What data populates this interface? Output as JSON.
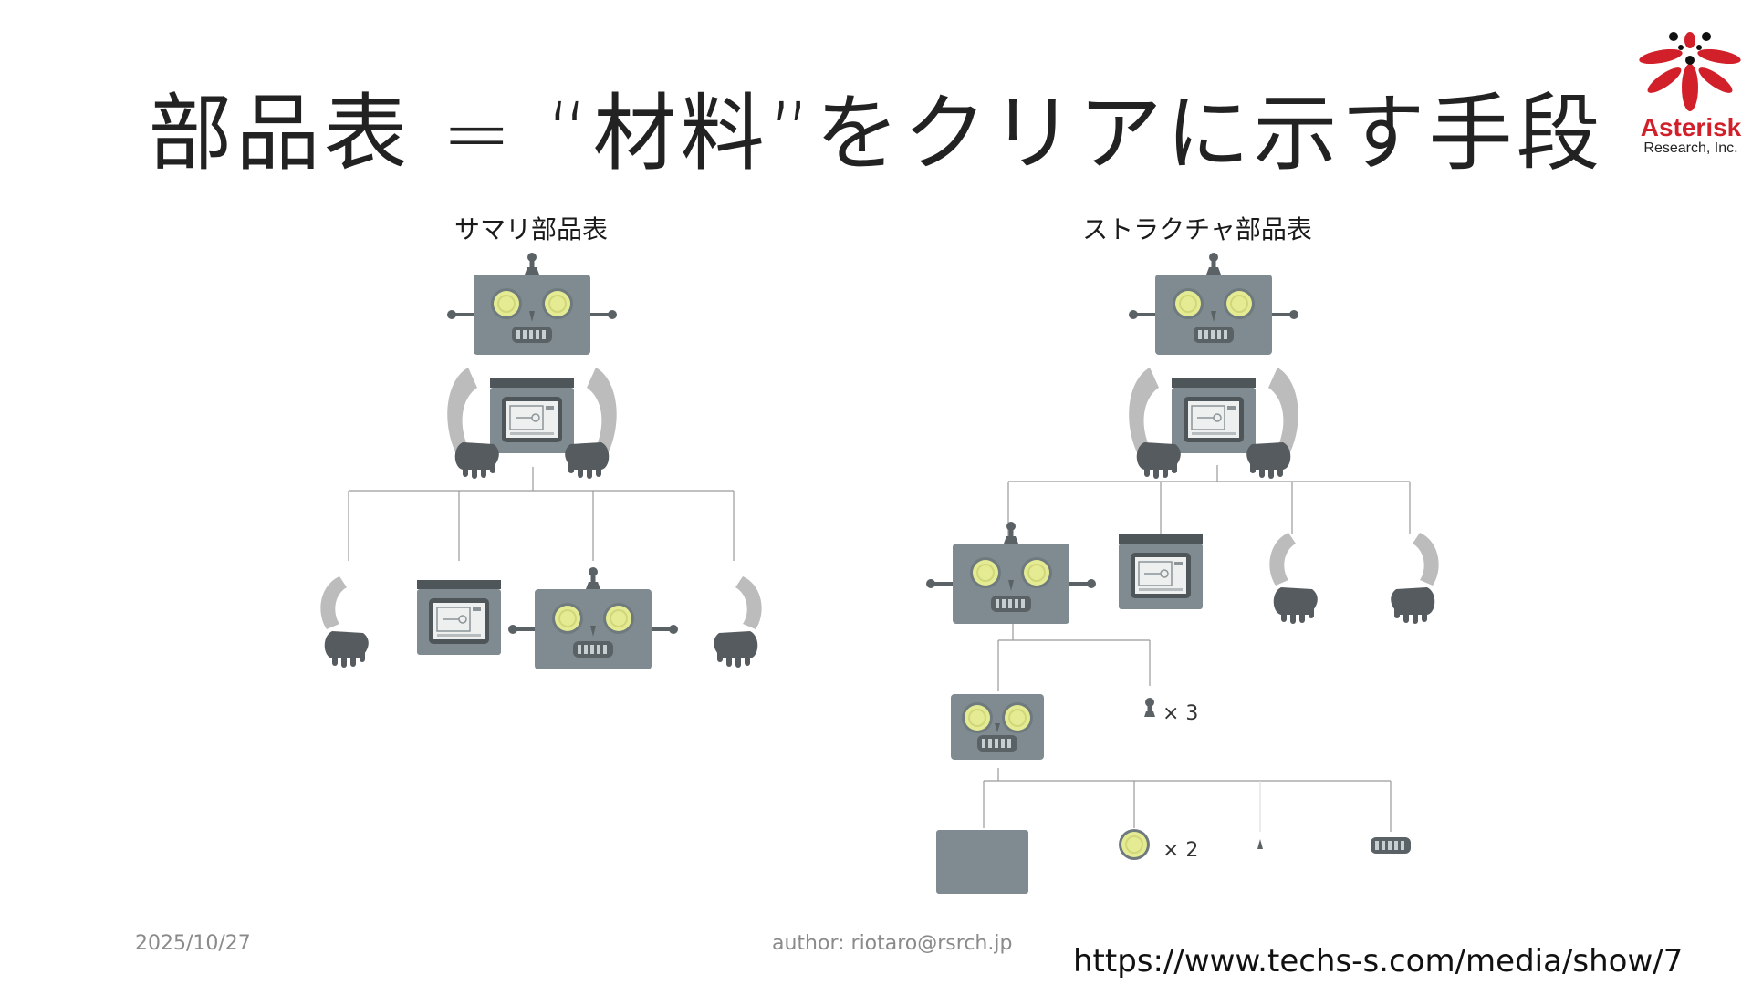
{
  "slide": {
    "title": "部品表 = “材料”をクリアに示す手段",
    "left_label": "サマリ部品表",
    "right_label": "ストラクチャ部品表",
    "qty_antenna": "× 3",
    "qty_eye": "× 2"
  },
  "footer": {
    "date": "2025/10/27",
    "author": "author: riotaro@rsrch.jp",
    "url": "https://www.techs-s.com/media/show/7"
  },
  "logo": {
    "name": "Asterisk",
    "sub": "Research, Inc."
  },
  "colors": {
    "robot_gray": "#7f8b90",
    "eye_yellow": "#e4eb92",
    "arm_gray": "#bcbcbc",
    "hand_dark": "#555b5e",
    "line": "#9a9a9a",
    "brand_red": "#d2202a"
  }
}
